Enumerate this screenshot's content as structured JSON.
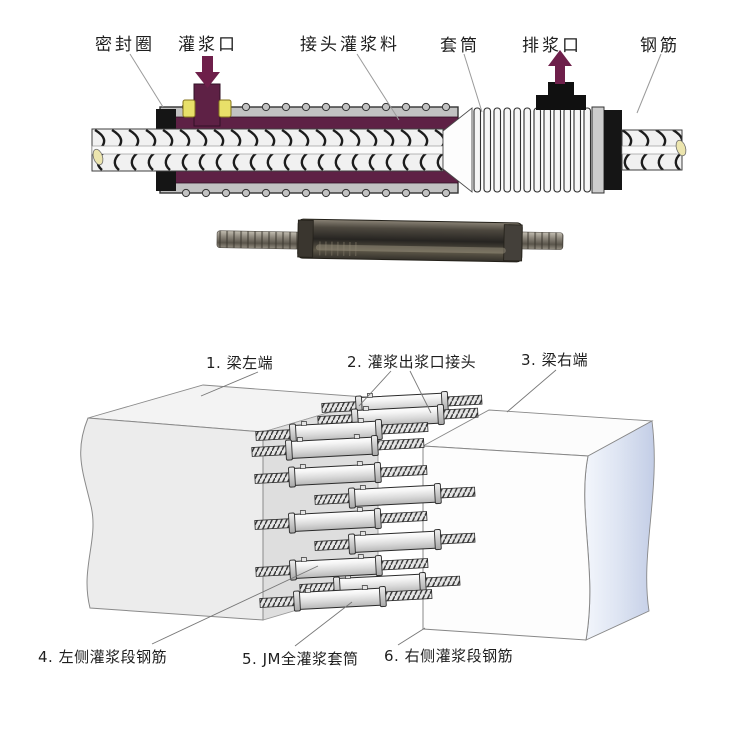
{
  "colors": {
    "grout_maroon": "#5e2145",
    "arrow_maroon": "#6e1f4a",
    "seal_black": "#151515",
    "flange_yellow": "#e8e069",
    "sleeve_gray": "#c2c2c2",
    "cap_black": "#101010",
    "right_face_blue": "#ccd6ea"
  },
  "section_labels": {
    "seal_ring": "密封圈",
    "grout_inlet": "灌浆口",
    "joint_grout": "接头灌浆料",
    "sleeve": "套筒",
    "grout_outlet": "排浆口",
    "rebar": "钢筋"
  },
  "assembly_labels": {
    "beam_left_end": "1. 梁左端",
    "grout_outlet_joint": "2. 灌浆出浆口接头",
    "beam_right_end": "3. 梁右端",
    "left_grout_rebar": "4. 左侧灌浆段钢筋",
    "jm_full_grout_sleeve": "5. JM全灌浆套筒",
    "right_grout_rebar": "6. 右侧灌浆段钢筋"
  }
}
